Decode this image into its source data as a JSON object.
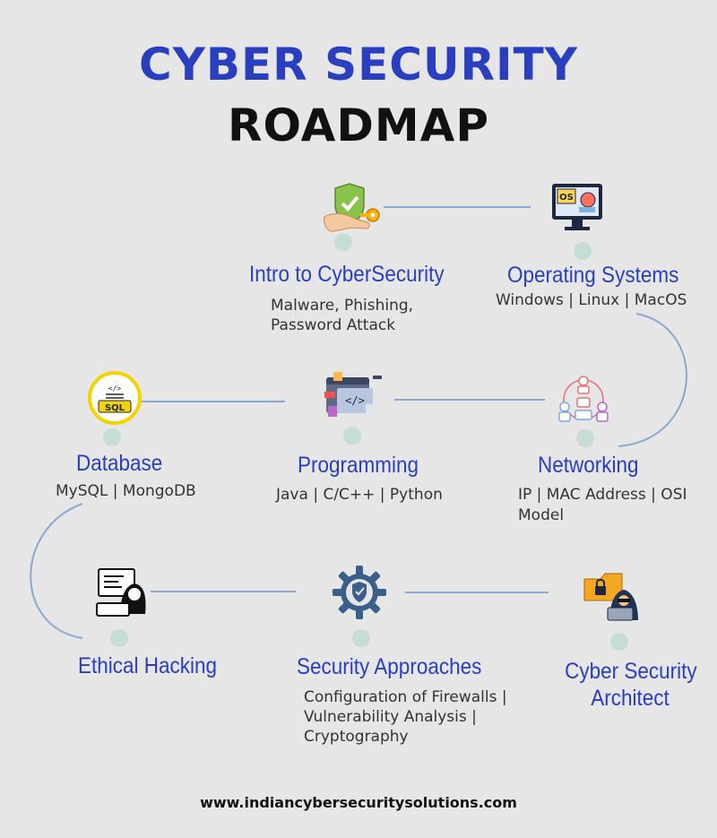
{
  "title": {
    "line1": "CYBER SECURITY",
    "line2": "ROADMAP"
  },
  "steps": {
    "intro": {
      "title": "Intro to CyberSecurity",
      "desc1": "Malware, Phishing,",
      "desc2": "Password Attack"
    },
    "os": {
      "title": "Operating Systems",
      "desc": "Windows | Linux | MacOS",
      "badge": "OS"
    },
    "database": {
      "title": "Database",
      "desc": "MySQL | MongoDB",
      "badge": "SQL",
      "tag": "</>"
    },
    "programming": {
      "title": "Programming",
      "desc": "Java | C/C++ | Python",
      "tag": "</>"
    },
    "networking": {
      "title": "Networking",
      "desc1": "IP | MAC Address | OSI",
      "desc2": "Model"
    },
    "hacking": {
      "title": "Ethical Hacking"
    },
    "approaches": {
      "title": "Security Approaches",
      "desc1": "Configuration of Firewalls |",
      "desc2": "Vulnerability Analysis |",
      "desc3": "Cryptography"
    },
    "architect": {
      "title1": "Cyber Security",
      "title2": "Architect"
    }
  },
  "footer": {
    "url": "www.indiancybersecuritysolutions.com"
  },
  "colors": {
    "title_blue": "#2a3fc0",
    "connector": "#8aa8d0",
    "dot": "#c5ddd3"
  }
}
